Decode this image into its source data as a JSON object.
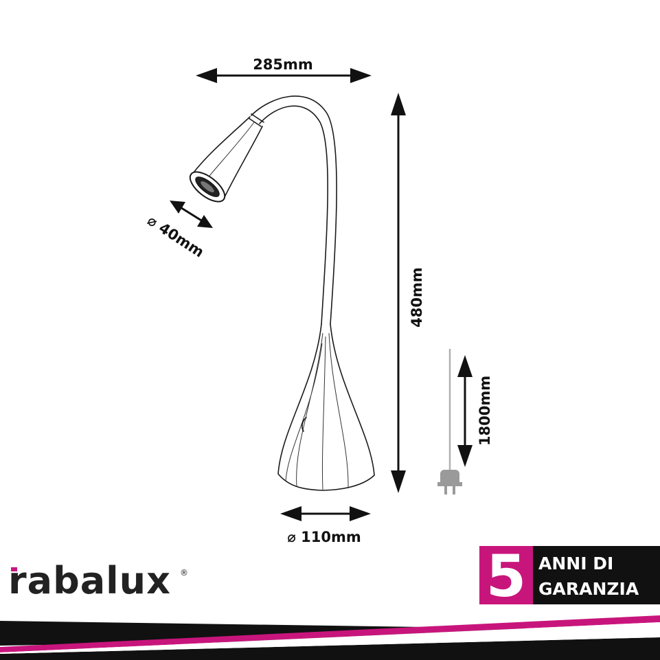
{
  "dimensions": {
    "width": "285mm",
    "head_diameter": "⌀ 40mm",
    "height": "480mm",
    "cable_length": "1800mm",
    "base_diameter": "⌀ 110mm"
  },
  "logo": {
    "text": "rabalux",
    "registered": "®"
  },
  "warranty_badge": {
    "number": "5",
    "line1": "ANNI DI",
    "line2": "GARANZIA"
  },
  "colors": {
    "accent": "#c8157c",
    "dark": "#111111",
    "plug": "#9a9a9a"
  },
  "icons": [
    "lamp-drawing",
    "plug-icon",
    "dimension-arrow"
  ]
}
